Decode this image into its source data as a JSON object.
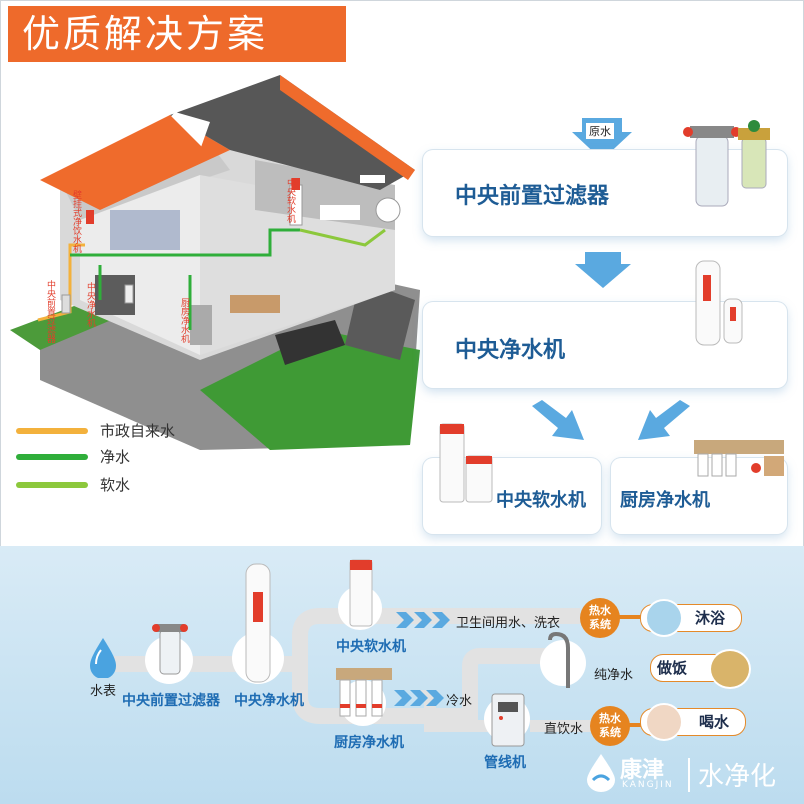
{
  "title": "优质解决方案",
  "colors": {
    "accent": "#ee6a2b",
    "municipal": "#f3b13c",
    "pure": "#2fae3a",
    "soft": "#8cc83c",
    "brand_blue": "#1e6cb3"
  },
  "house_labels": {
    "central_prefilter": "中央前置过滤器",
    "central_purifier": "中央净水机",
    "central_softener": "中央软水机",
    "bedroom_purifier": "壁挂式净饮水机",
    "kitchen_purifier": "厨房净水机"
  },
  "legend": [
    {
      "label": "市政自来水",
      "color": "#f3b13c"
    },
    {
      "label": "净水",
      "color": "#2fae3a"
    },
    {
      "label": "软水",
      "color": "#8cc83c"
    }
  ],
  "flow": {
    "raw_water": "原水",
    "prefilter": "中央前置过滤器",
    "purifier": "中央净水机",
    "softener": "中央软水机",
    "kitchen": "厨房净水机"
  },
  "bottom": {
    "meter": "水表",
    "prefilter": "中央前置过滤器",
    "purifier": "中央净水机",
    "softener": "中央软水机",
    "kitchen": "厨房净水机",
    "pipeline": "管线机",
    "bathroom_water": "卫生间用水、洗衣",
    "cold_water": "冷水",
    "pure_water": "纯净水",
    "drinking_water": "直饮水",
    "hot_system": "热水系统",
    "hot_system_2": "热水系统",
    "bath": "沐浴",
    "cook": "做饭",
    "drink": "喝水",
    "brand_cn": "康津",
    "brand_en": "KANGJIN",
    "brand_slogan": "水净化"
  },
  "icons": [
    "water-drop-icon",
    "filter-icon",
    "purifier-icon",
    "softener-icon",
    "kitchen-purifier-icon",
    "pipeline-dispenser-icon",
    "faucet-icon",
    "brand-logo-icon",
    "arrow-down-icon"
  ]
}
